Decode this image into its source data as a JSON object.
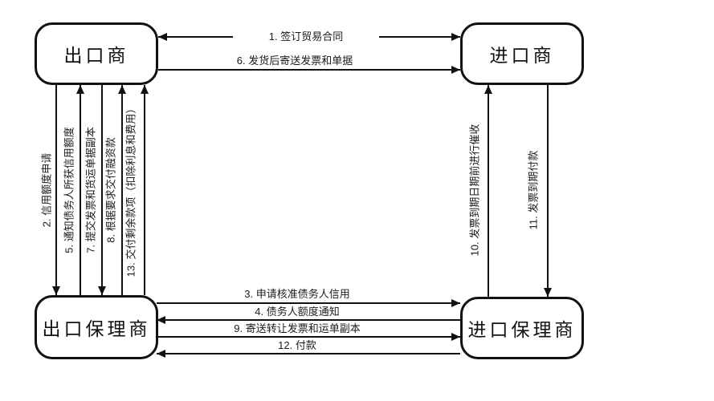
{
  "diagram": {
    "type": "flow-diagram",
    "topic": "国际保理业务流程 (export/import factoring process)",
    "background_color": "#ffffff",
    "line_color": "#111111",
    "nodes": {
      "exporter": "出口商",
      "importer": "进口商",
      "export_factor": "出口保理商",
      "import_factor": "进口保理商"
    },
    "edges": {
      "e1": "1. 签订贸易合同",
      "e2": "2. 信用额度申请",
      "e3": "3. 申请核准债务人信用",
      "e4": "4. 债务人额度通知",
      "e5": "5. 通知债务人所获信用额度",
      "e6": "6. 发货后寄送发票和单据",
      "e7": "7. 提交发票和货运单据副本",
      "e8": "8. 根据要求交付融资款",
      "e9": "9. 寄送转让发票和运单副本",
      "e10": "10. 发票到期日期前进行催收",
      "e11": "11. 发票到期付款",
      "e12": "12. 付款",
      "e13": "13. 交付剩余款项（扣除利息和费用）"
    },
    "edge_directions": {
      "e1": "exporter <-> importer",
      "e2": "exporter -> export_factor",
      "e3": "export_factor -> import_factor",
      "e4": "import_factor -> export_factor",
      "e5": "export_factor -> exporter",
      "e6": "exporter -> importer",
      "e7": "exporter -> export_factor",
      "e8": "export_factor -> exporter",
      "e9": "export_factor -> import_factor",
      "e10": "import_factor -> importer",
      "e11": "importer -> import_factor",
      "e12": "import_factor -> export_factor",
      "e13": "export_factor -> exporter"
    }
  }
}
